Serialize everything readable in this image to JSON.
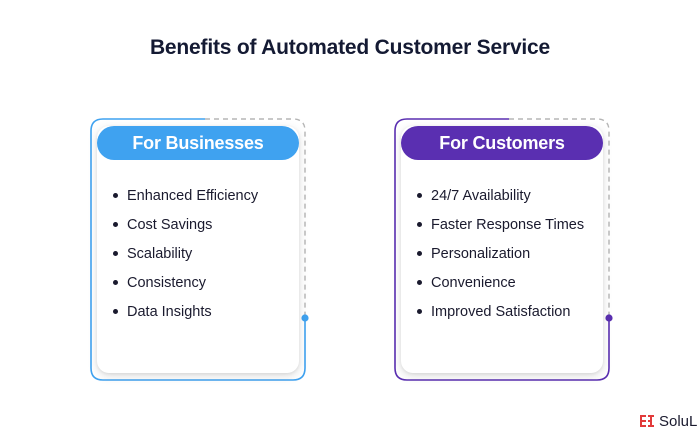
{
  "title": "Benefits of Automated Customer Service",
  "colors": {
    "businesses_accent": "#3fa2f0",
    "customers_accent": "#5a2fb1",
    "dashed_border": "#b5b5b5",
    "logo": "#e23a3a"
  },
  "businesses": {
    "heading": "For Businesses",
    "items": [
      {
        "label": "Enhanced Efficiency"
      },
      {
        "label": "Cost Savings"
      },
      {
        "label": "Scalability"
      },
      {
        "label": "Consistency"
      },
      {
        "label": "Data Insights"
      }
    ]
  },
  "customers": {
    "heading": "For Customers",
    "items": [
      {
        "label": "24/7 Availability"
      },
      {
        "label": "Faster Response Times"
      },
      {
        "label": "Personalization"
      },
      {
        "label": "Convenience"
      },
      {
        "label": "Improved Satisfaction"
      }
    ]
  },
  "logo": {
    "text": "SoluL",
    "icon": "logo-mark-icon"
  }
}
